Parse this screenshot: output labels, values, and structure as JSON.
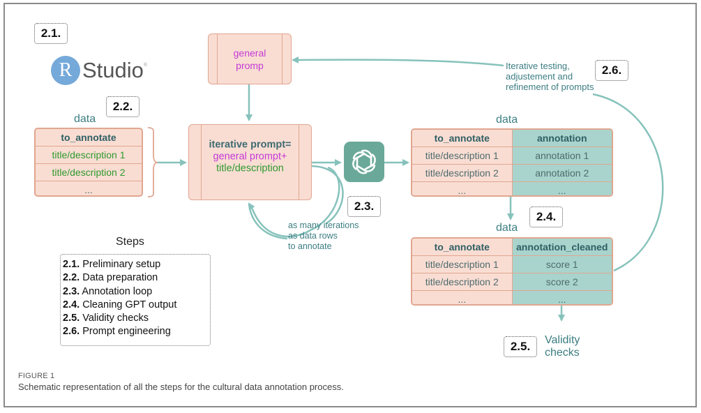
{
  "badges": {
    "b21": "2.1.",
    "b22": "2.2.",
    "b23": "2.3.",
    "b24": "2.4.",
    "b25": "2.5.",
    "b26": "2.6."
  },
  "logo": {
    "letter": "R",
    "name": "Studio",
    "mark": "®",
    "circle_color": "#75a9d9"
  },
  "general_prompt": {
    "line1": "general",
    "line2": "promp"
  },
  "input_table": {
    "label": "data",
    "header": "to_annotate",
    "rows": [
      "title/description 1",
      "title/description 2",
      "..."
    ]
  },
  "iterative_prompt": {
    "line1": "iterative prompt=",
    "line2_a": "general prompt",
    "line2_b": "+",
    "line3": "title/description"
  },
  "gpt_icon": {
    "name": "openai-logo-icon",
    "color": "#6aa999"
  },
  "loop_annotation": {
    "lines": [
      "as many iterations",
      "as data rows",
      "to annotate"
    ]
  },
  "annotated_table": {
    "label": "data",
    "headers": [
      "to_annotate",
      "annotation"
    ],
    "rows": [
      [
        "title/description 1",
        "annotation 1"
      ],
      [
        "title/description 2",
        "annotation 2"
      ],
      [
        "...",
        "..."
      ]
    ]
  },
  "cleaned_table": {
    "label": "data",
    "headers": [
      "to_annotate",
      "annotation_cleaned"
    ],
    "rows": [
      [
        "title/description 1",
        "score 1"
      ],
      [
        "title/description 2",
        "score 2"
      ],
      [
        "...",
        "..."
      ]
    ]
  },
  "feedback_annotation": {
    "lines": [
      "Iterative testing,",
      "adjustement and",
      "refinement of prompts"
    ]
  },
  "validity": {
    "line1": "Validity",
    "line2": "checks"
  },
  "steps": {
    "title": "Steps",
    "items": [
      {
        "num": "2.1.",
        "label": "Preliminary setup"
      },
      {
        "num": "2.2.",
        "label": "Data preparation"
      },
      {
        "num": "2.3.",
        "label": "Annotation loop"
      },
      {
        "num": "2.4.",
        "label": "Cleaning GPT output"
      },
      {
        "num": "2.5.",
        "label": "Validity checks"
      },
      {
        "num": "2.6.",
        "label": "Prompt engineering"
      }
    ]
  },
  "caption": {
    "title": "FIGURE 1",
    "text": "Schematic representation of all the steps for the cultural data annotation process."
  },
  "colors": {
    "arrow": "#86c2bb",
    "peach_fill": "#f9ddd3",
    "peach_border": "#e0a68f",
    "teal_fill": "#a9d4cd",
    "purple_text": "#c43ad6",
    "green_text": "#2e9a2e",
    "teal_text": "#3c7d82"
  }
}
